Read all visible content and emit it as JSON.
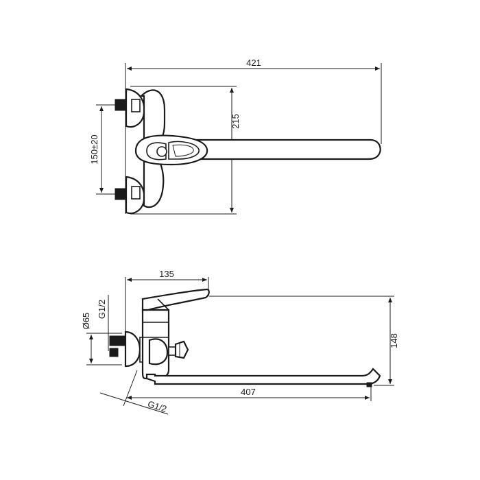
{
  "front_view": {
    "dim_overall_width": "421",
    "dim_height": "215",
    "dim_inlet_spacing": "150±20"
  },
  "side_view": {
    "dim_body_depth": "135",
    "dim_flange": "Ø65",
    "dim_thread_upper": "G1/2",
    "dim_spout_height": "148",
    "dim_spout_reach": "407",
    "dim_thread_lower": "G1/2"
  }
}
